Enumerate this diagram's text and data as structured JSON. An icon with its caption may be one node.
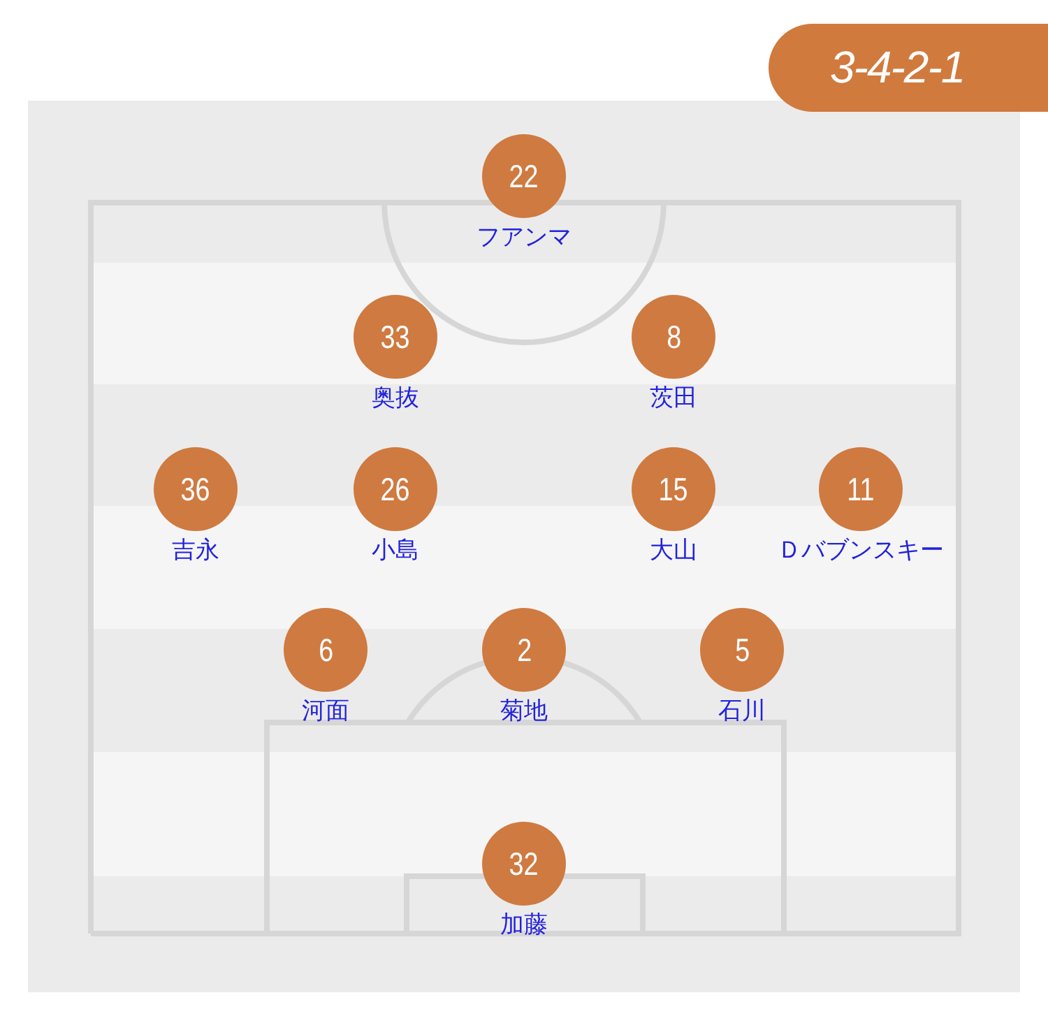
{
  "diagram": {
    "title": "3-4-2-1",
    "nodes": [
      {
        "text": [
          "22"
        ],
        "beside": [
          "フアンマ"
        ]
      },
      {
        "text": [
          "33"
        ],
        "beside": [
          "奥抜"
        ]
      },
      {
        "text": [
          "8"
        ],
        "beside": [
          "茨田"
        ]
      },
      {
        "text": [
          "36"
        ],
        "beside": [
          "吉永"
        ]
      },
      {
        "text": [
          "26"
        ],
        "beside": [
          "小島"
        ]
      },
      {
        "text": [
          "15"
        ],
        "beside": [
          "大山"
        ]
      },
      {
        "text": [
          "11"
        ],
        "beside": [
          "Ｄバブンスキー"
        ]
      },
      {
        "text": [
          "6"
        ],
        "beside": [
          "河面"
        ]
      },
      {
        "text": [
          "2"
        ],
        "beside": [
          "菊地"
        ]
      },
      {
        "text": [
          "5"
        ],
        "beside": [
          "石川"
        ]
      },
      {
        "text": [
          "32"
        ],
        "beside": [
          "加藤"
        ]
      }
    ]
  }
}
